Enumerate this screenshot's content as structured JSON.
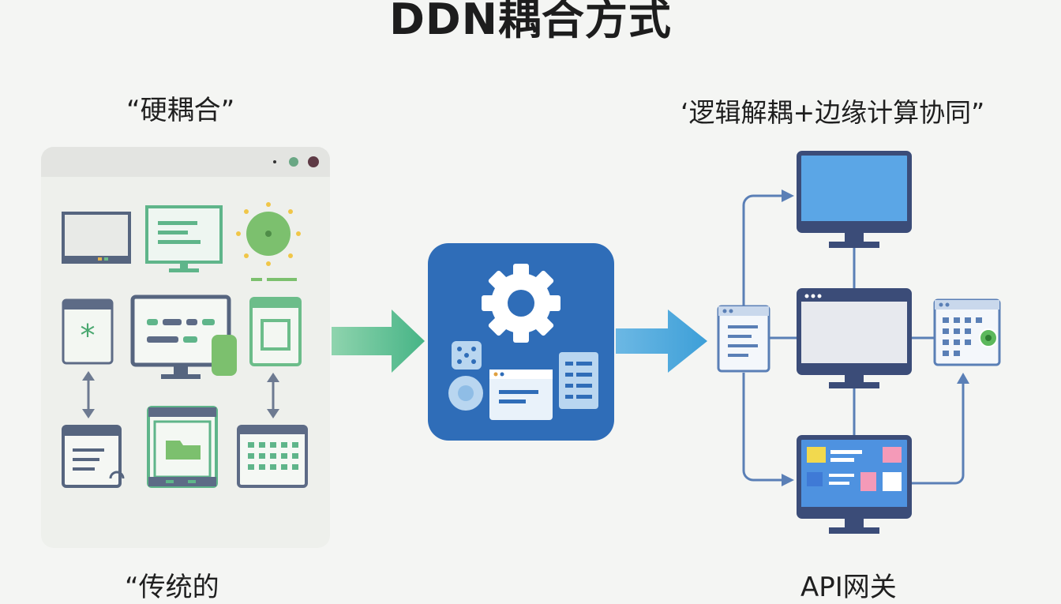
{
  "title": "DDN耦合方式",
  "labels": {
    "hard_coupling": "“硬耦合”",
    "edge_collab": "‘逻辑解耦+边缘计算协同”",
    "traditional": "“传统的",
    "api_gateway": "API网关"
  },
  "colors": {
    "panel_bg": "#eef0ec",
    "device_frame": "#4a5a78",
    "green_accent": "#6cbd8a",
    "hub_blue": "#2f6db8",
    "screen_blue": "#5ba6e6",
    "arrow_blue": "#5a7fb6"
  },
  "icons": [
    "gear-icon",
    "monitor-icon",
    "browser-window-icon",
    "calendar-grid-icon",
    "sun-icon",
    "folder-icon",
    "asterisk-icon"
  ]
}
